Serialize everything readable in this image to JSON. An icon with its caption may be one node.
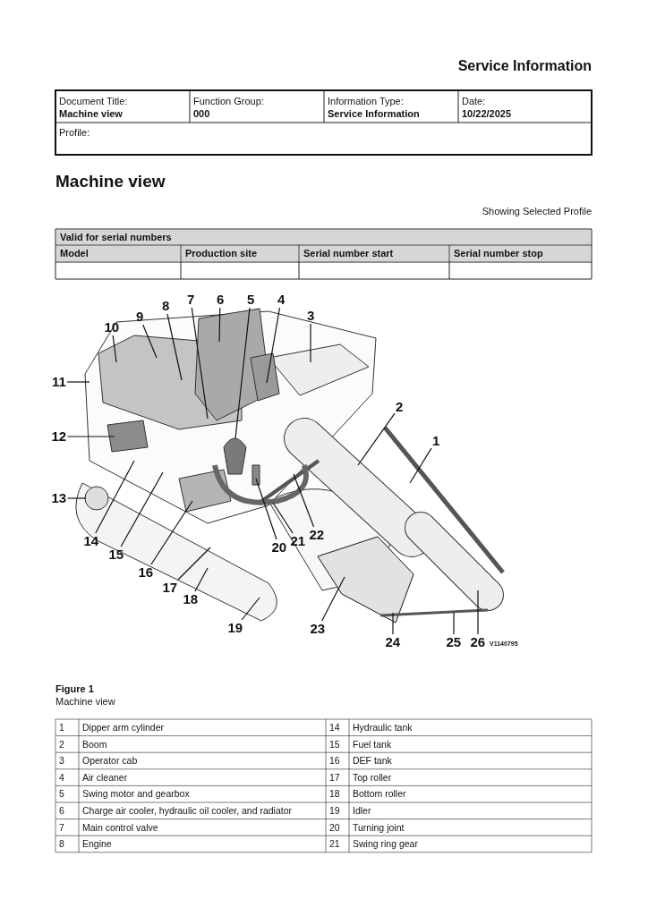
{
  "diagram": {
    "title": "Machine view",
    "nodes": [
      {
        "text": [
          "1"
        ]
      },
      {
        "text": [
          "2"
        ]
      },
      {
        "text": [
          "3"
        ]
      },
      {
        "text": [
          "4"
        ]
      },
      {
        "text": [
          "5"
        ]
      },
      {
        "text": [
          "6"
        ]
      },
      {
        "text": [
          "7"
        ]
      },
      {
        "text": [
          "8"
        ]
      },
      {
        "text": [
          "9"
        ]
      },
      {
        "text": [
          "10"
        ]
      },
      {
        "text": [
          "11"
        ]
      },
      {
        "text": [
          "12"
        ]
      },
      {
        "text": [
          "13"
        ]
      },
      {
        "text": [
          "14"
        ]
      },
      {
        "text": [
          "15"
        ]
      },
      {
        "text": [
          "16"
        ]
      },
      {
        "text": [
          "17"
        ]
      },
      {
        "text": [
          "18"
        ]
      },
      {
        "text": [
          "19"
        ]
      },
      {
        "text": [
          "20"
        ]
      },
      {
        "text": [
          "21"
        ]
      },
      {
        "text": [
          "22"
        ]
      },
      {
        "text": [
          "23"
        ]
      },
      {
        "text": [
          "24"
        ]
      },
      {
        "text": [
          "25"
        ]
      },
      {
        "text": [
          "26"
        ]
      }
    ],
    "edges": [
      {
        "from": 0,
        "to": null,
        "arrow": "none"
      },
      {
        "from": 1,
        "to": null,
        "arrow": "none"
      },
      {
        "from": 2,
        "to": null,
        "arrow": "none"
      },
      {
        "from": 3,
        "to": null,
        "arrow": "none"
      },
      {
        "from": 4,
        "to": null,
        "arrow": "none"
      },
      {
        "from": 5,
        "to": null,
        "arrow": "none"
      },
      {
        "from": 6,
        "to": null,
        "arrow": "none"
      },
      {
        "from": 7,
        "to": null,
        "arrow": "none"
      },
      {
        "from": 8,
        "to": null,
        "arrow": "none"
      },
      {
        "from": 9,
        "to": null,
        "arrow": "none"
      },
      {
        "from": 10,
        "to": null,
        "arrow": "none"
      },
      {
        "from": 11,
        "to": null,
        "arrow": "none"
      },
      {
        "from": 12,
        "to": null,
        "arrow": "none"
      },
      {
        "from": 13,
        "to": null,
        "arrow": "none"
      },
      {
        "from": 14,
        "to": null,
        "arrow": "none"
      },
      {
        "from": 15,
        "to": null,
        "arrow": "none"
      },
      {
        "from": 16,
        "to": null,
        "arrow": "none"
      },
      {
        "from": 17,
        "to": null,
        "arrow": "none"
      },
      {
        "from": 18,
        "to": null,
        "arrow": "none"
      },
      {
        "from": 19,
        "to": null,
        "arrow": "none"
      },
      {
        "from": 20,
        "to": null,
        "arrow": "none"
      },
      {
        "from": 21,
        "to": null,
        "arrow": "none"
      },
      {
        "from": 22,
        "to": null,
        "arrow": "none"
      },
      {
        "from": 23,
        "to": null,
        "arrow": "none"
      },
      {
        "from": 24,
        "to": null,
        "arrow": "none"
      },
      {
        "from": 25,
        "to": null,
        "arrow": "none"
      }
    ],
    "labels": [
      "Service Information",
      "Document Title:",
      "Machine view",
      "Function Group:",
      "000",
      "Information Type:",
      "Service Information",
      "Date:",
      "10/22/2025",
      "Profile:",
      "Showing Selected Profile",
      "Valid for serial numbers",
      "Model",
      "Production site",
      "Serial number start",
      "Serial number stop",
      "V1140795",
      "Figure 1",
      "Machine view",
      "1",
      "Dipper arm cylinder",
      "14",
      "Hydraulic tank",
      "2",
      "Boom",
      "15",
      "Fuel tank",
      "3",
      "Operator cab",
      "16",
      "DEF tank",
      "4",
      "Air cleaner",
      "17",
      "Top roller",
      "5",
      "Swing motor and gearbox",
      "18",
      "Bottom roller",
      "6",
      "Charge air cooler, hydraulic oil cooler, and radiator",
      "19",
      "Idler",
      "7",
      "Main control valve",
      "20",
      "Turning joint",
      "8",
      "Engine",
      "21",
      "Swing ring gear"
    ]
  }
}
